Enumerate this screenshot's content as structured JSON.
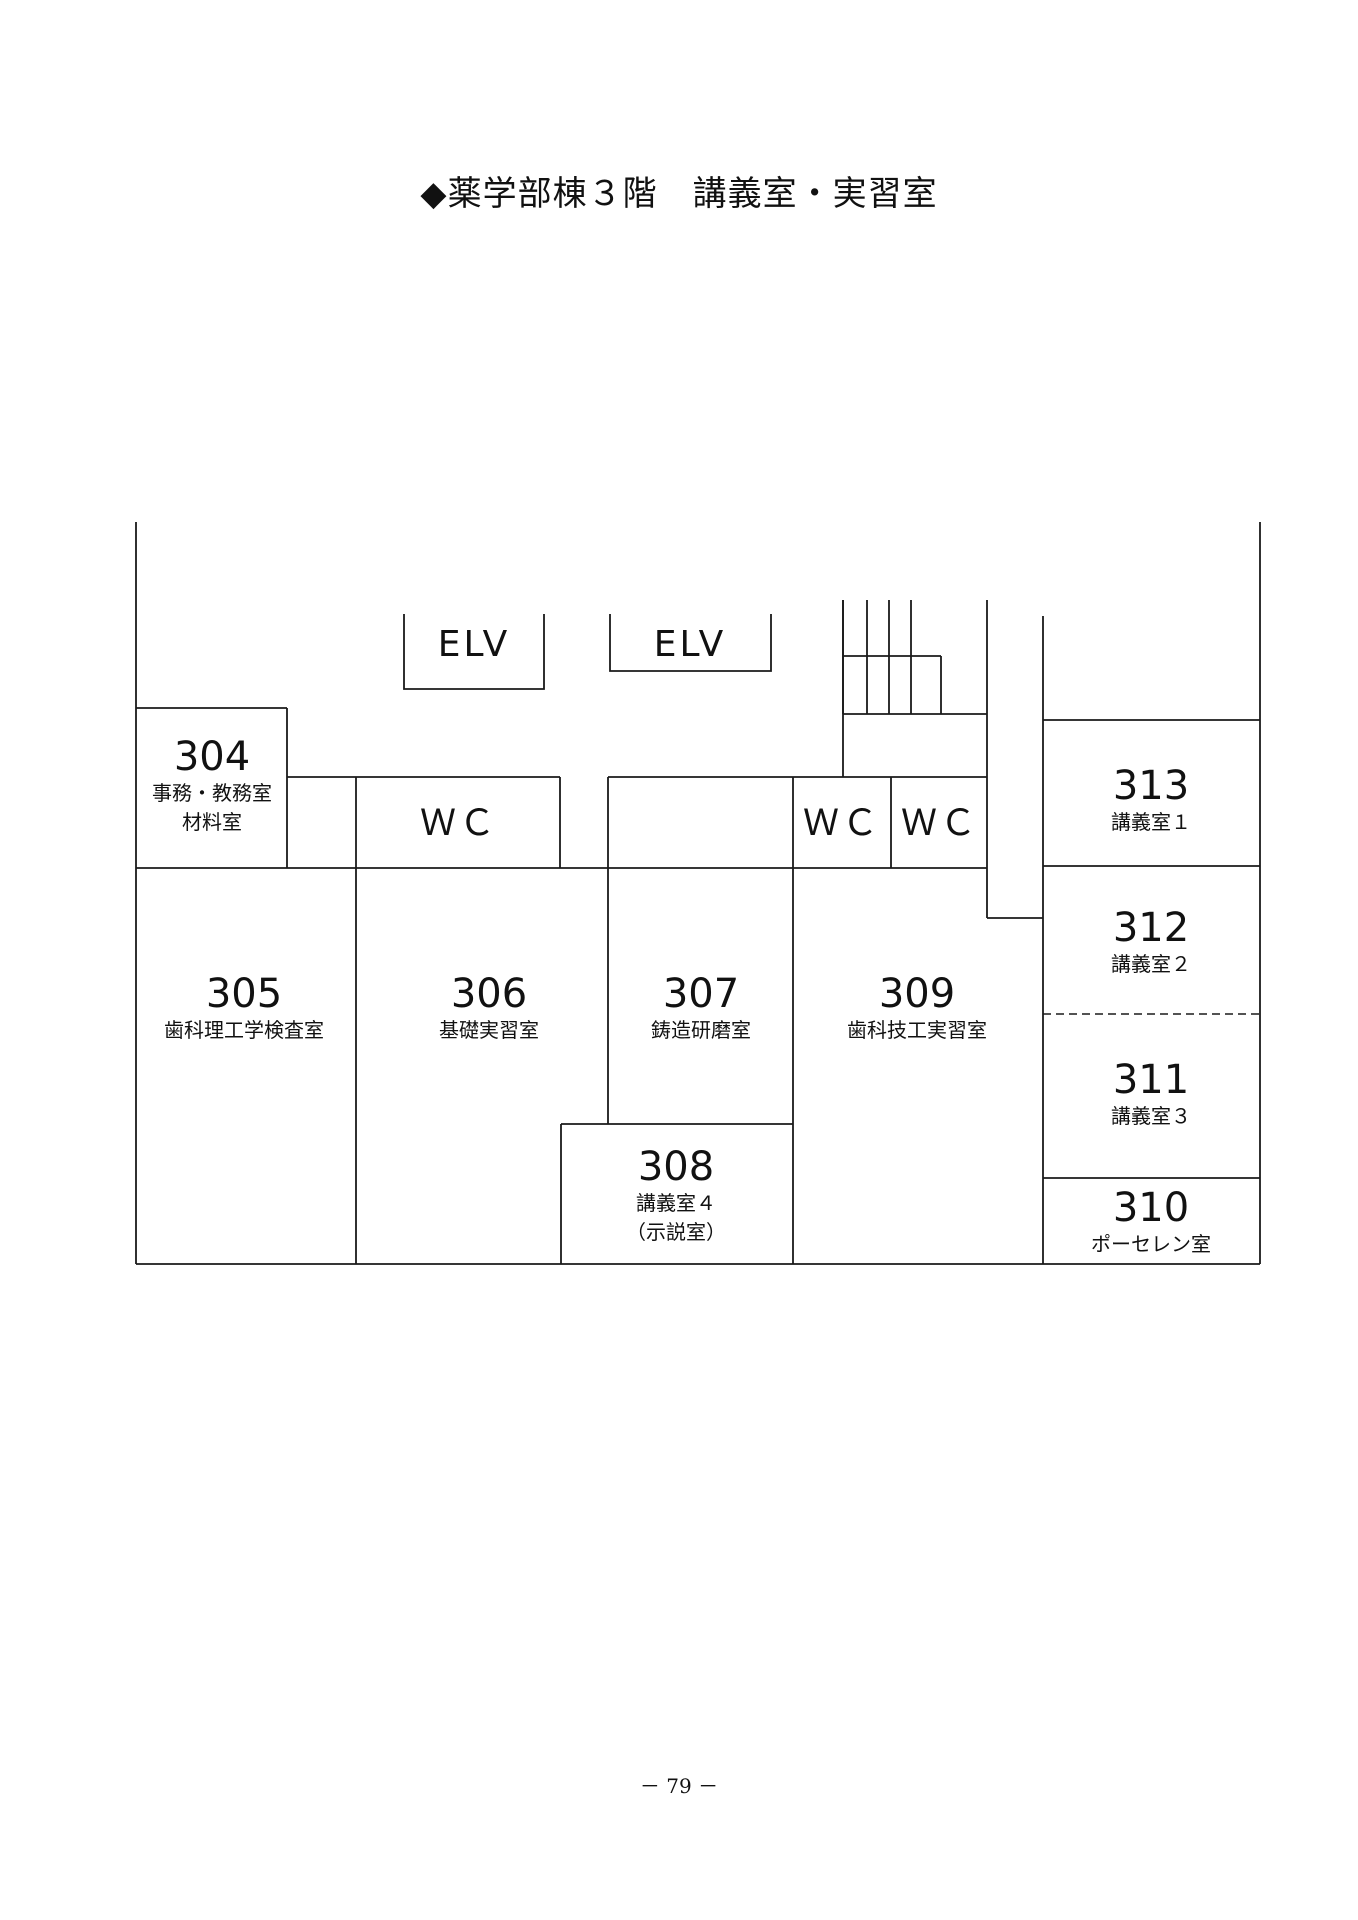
{
  "title": "◆薬学部棟３階　講義室・実習室",
  "page_number": "－ 79 －",
  "elevators": [
    {
      "id": "elv-left",
      "label": "ELV"
    },
    {
      "id": "elv-right",
      "label": "ELV"
    }
  ],
  "toilets": [
    {
      "id": "wc-1",
      "label": "ＷＣ"
    },
    {
      "id": "wc-2",
      "label": "ＷＣ"
    },
    {
      "id": "wc-3",
      "label": "ＷＣ"
    }
  ],
  "rooms": [
    {
      "id": "304",
      "number": "304",
      "names": [
        "事務・教務室",
        "材料室"
      ]
    },
    {
      "id": "305",
      "number": "305",
      "names": [
        "歯科理工学検査室"
      ]
    },
    {
      "id": "306",
      "number": "306",
      "names": [
        "基礎実習室"
      ]
    },
    {
      "id": "307",
      "number": "307",
      "names": [
        "鋳造研磨室"
      ]
    },
    {
      "id": "308",
      "number": "308",
      "names": [
        "講義室４",
        "（示説室）"
      ]
    },
    {
      "id": "309",
      "number": "309",
      "names": [
        "歯科技工実習室"
      ]
    },
    {
      "id": "310",
      "number": "310",
      "names": [
        "ポーセレン室"
      ]
    },
    {
      "id": "311",
      "number": "311",
      "names": [
        "講義室３"
      ]
    },
    {
      "id": "312",
      "number": "312",
      "names": [
        "講義室２"
      ]
    },
    {
      "id": "313",
      "number": "313",
      "names": [
        "講義室１"
      ]
    }
  ]
}
